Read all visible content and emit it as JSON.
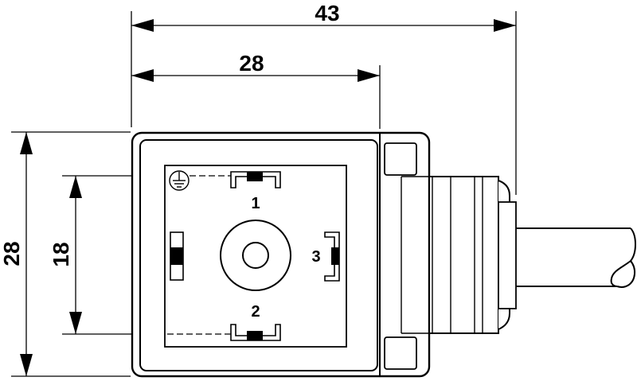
{
  "dimensions": {
    "overall_width": "43",
    "housing_width": "28",
    "housing_height": "28",
    "pin_spacing": "18"
  },
  "pins": {
    "pin1": "1",
    "pin2": "2",
    "pin3": "3"
  },
  "symbols": {
    "ground": "protective-earth-icon"
  },
  "colors": {
    "line": "#000000",
    "background": "#ffffff"
  }
}
